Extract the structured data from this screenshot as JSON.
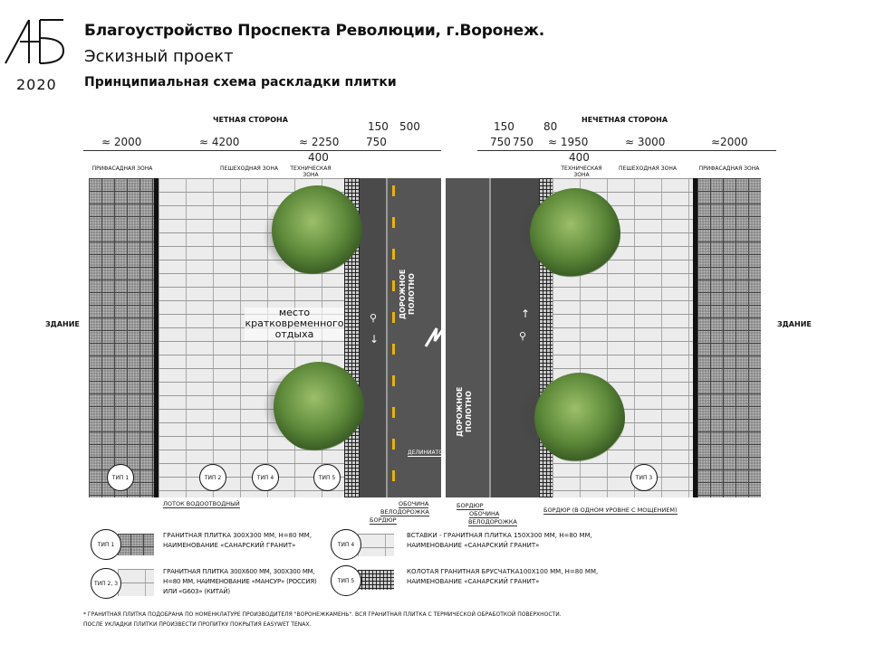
{
  "logo": {
    "text": "АБ",
    "year": "2020"
  },
  "header": {
    "title": "Благоустройство Проспекта Революции, г.Воронеж.",
    "subtitle": "Эскизный проект",
    "scheme": "Принципиальная схема раскладки плитки"
  },
  "sides": {
    "even": "ЧЕТНАЯ СТОРОНА",
    "odd": "НЕЧЕТНАЯ СТОРОНА",
    "building_left": "ЗДАНИЕ",
    "building_right": "ЗДАНИЕ"
  },
  "dims_left": [
    "≈ 2000",
    "≈ 4200",
    "≈ 2250",
    "400",
    "150",
    "750",
    "500"
  ],
  "dims_right": [
    "150",
    "750",
    "750",
    "80",
    "≈ 1950",
    "400",
    "≈ 3000",
    "≈2000"
  ],
  "zones": {
    "facade": "ПРИФАСАДНАЯ ЗОНА",
    "pedestrian": "ПЕШЕХОДНАЯ ЗОНА",
    "technical": "ТЕХНИЧЕСКАЯ ЗОНА"
  },
  "plan": {
    "road": "ДОРОЖНОЕ ПОЛОТНО",
    "rest": "место кратковременного отдыха",
    "delineator": "ДЕЛИНИАТОР"
  },
  "badges": [
    "ТИП 1",
    "ТИП 2",
    "ТИП 4",
    "ТИП 5",
    "ТИП 3"
  ],
  "callouts_left": {
    "gutter": "ЛОТОК ВОДООТВОДНЫЙ",
    "shoulder": "ОБОЧИНА",
    "bikeway": "ВЕЛОДОРОЖКА",
    "curb": "БОРДЮР"
  },
  "callouts_right": {
    "curb": "БОРДЮР",
    "shoulder": "ОБОЧИНА",
    "bikeway": "ВЕЛОДОРОЖКА",
    "curb_level": "БОРДЮР (В ОДНОМ УРОВНЕ С МОЩЕНИЕМ)"
  },
  "legend": [
    {
      "badge": "ТИП 1",
      "text": "ГРАНИТНАЯ ПЛИТКА 300Х300 ММ, Н=80 ММ, НАИМЕНОВАНИЕ «САНАРСКИЙ ГРАНИТ»"
    },
    {
      "badge": "ТИП 4",
      "text": "ВСТАВКИ - ГРАНИТНАЯ ПЛИТКА 150Х300 ММ, Н=80 ММ, НАИМЕНОВАНИЕ «САНАРСКИЙ ГРАНИТ»"
    },
    {
      "badge": "ТИП 2, 3",
      "text": "ГРАНИТНАЯ ПЛИТКА 300Х600 ММ, 300Х300 ММ, Н=80 ММ, НАИМЕНОВАНИЕ «МАНСУР» (РОССИЯ) ИЛИ «G603» (КИТАЙ)"
    },
    {
      "badge": "ТИП 5",
      "text": "КОЛОТАЯ ГРАНИТНАЯ БРУСЧАТКА100Х100 ММ, Н=80 ММ, НАИМЕНОВАНИЕ «САНАРСКИЙ ГРАНИТ»"
    }
  ],
  "footnote": [
    "* ГРАНИТНАЯ ПЛИТКА ПОДОБРАНА ПО НОМЕНКЛАТУРЕ ПРОИЗВОДИТЕЛЯ \"ВОРОНЕЖКАМЕНЬ\". ВСЯ ГРАНИТНАЯ ПЛИТКА С ТЕРМИЧЕСКОЙ ОБРАБОТКОЙ ПОВЕРХНОСТИ.",
    "ПОСЛЕ УКЛАДКИ ПЛИТКИ ПРОИЗВЕСТИ ПРОПИТКУ ПОКРЫТИЯ EASYWET TENAX."
  ]
}
